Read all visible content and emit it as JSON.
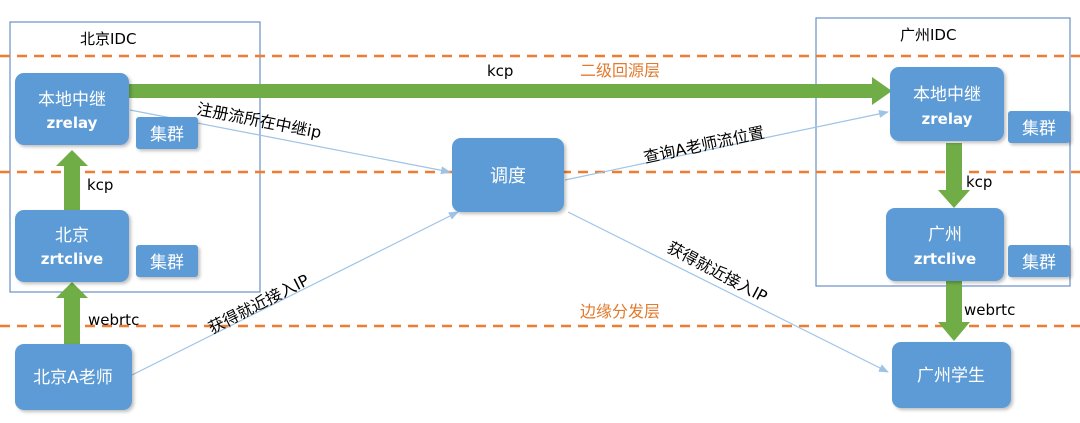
{
  "idc": {
    "beijing": "北京IDC",
    "guangzhou": "广州IDC"
  },
  "layers": {
    "top": "二级回源层",
    "edge": "边缘分发层"
  },
  "nodes": {
    "bj_relay": {
      "line1": "本地中继",
      "line2": "zrelay"
    },
    "bj_live": {
      "line1": "北京",
      "line2": "zrtclive"
    },
    "bj_teacher": {
      "line1": "北京A老师"
    },
    "scheduler": {
      "line1": "调度"
    },
    "gz_relay": {
      "line1": "本地中继",
      "line2": "zrelay"
    },
    "gz_live": {
      "line1": "广州",
      "line2": "zrtclive"
    },
    "gz_student": {
      "line1": "广州学生"
    }
  },
  "badges": {
    "cluster": "集群"
  },
  "edges": {
    "kcp_top": "kcp",
    "kcp_bj": "kcp",
    "kcp_gz": "kcp",
    "webrtc_bj": "webrtc",
    "webrtc_gz": "webrtc",
    "register": "注册流所在中继ip",
    "query": "查询A老师流位置",
    "access_bj": "获得就近接入IP",
    "access_gz": "获得就近接入IP"
  },
  "colors": {
    "node": "#5b9bd5",
    "arrow": "#70ad47",
    "dash": "#ed7d31",
    "frame": "#6a8fc7"
  }
}
